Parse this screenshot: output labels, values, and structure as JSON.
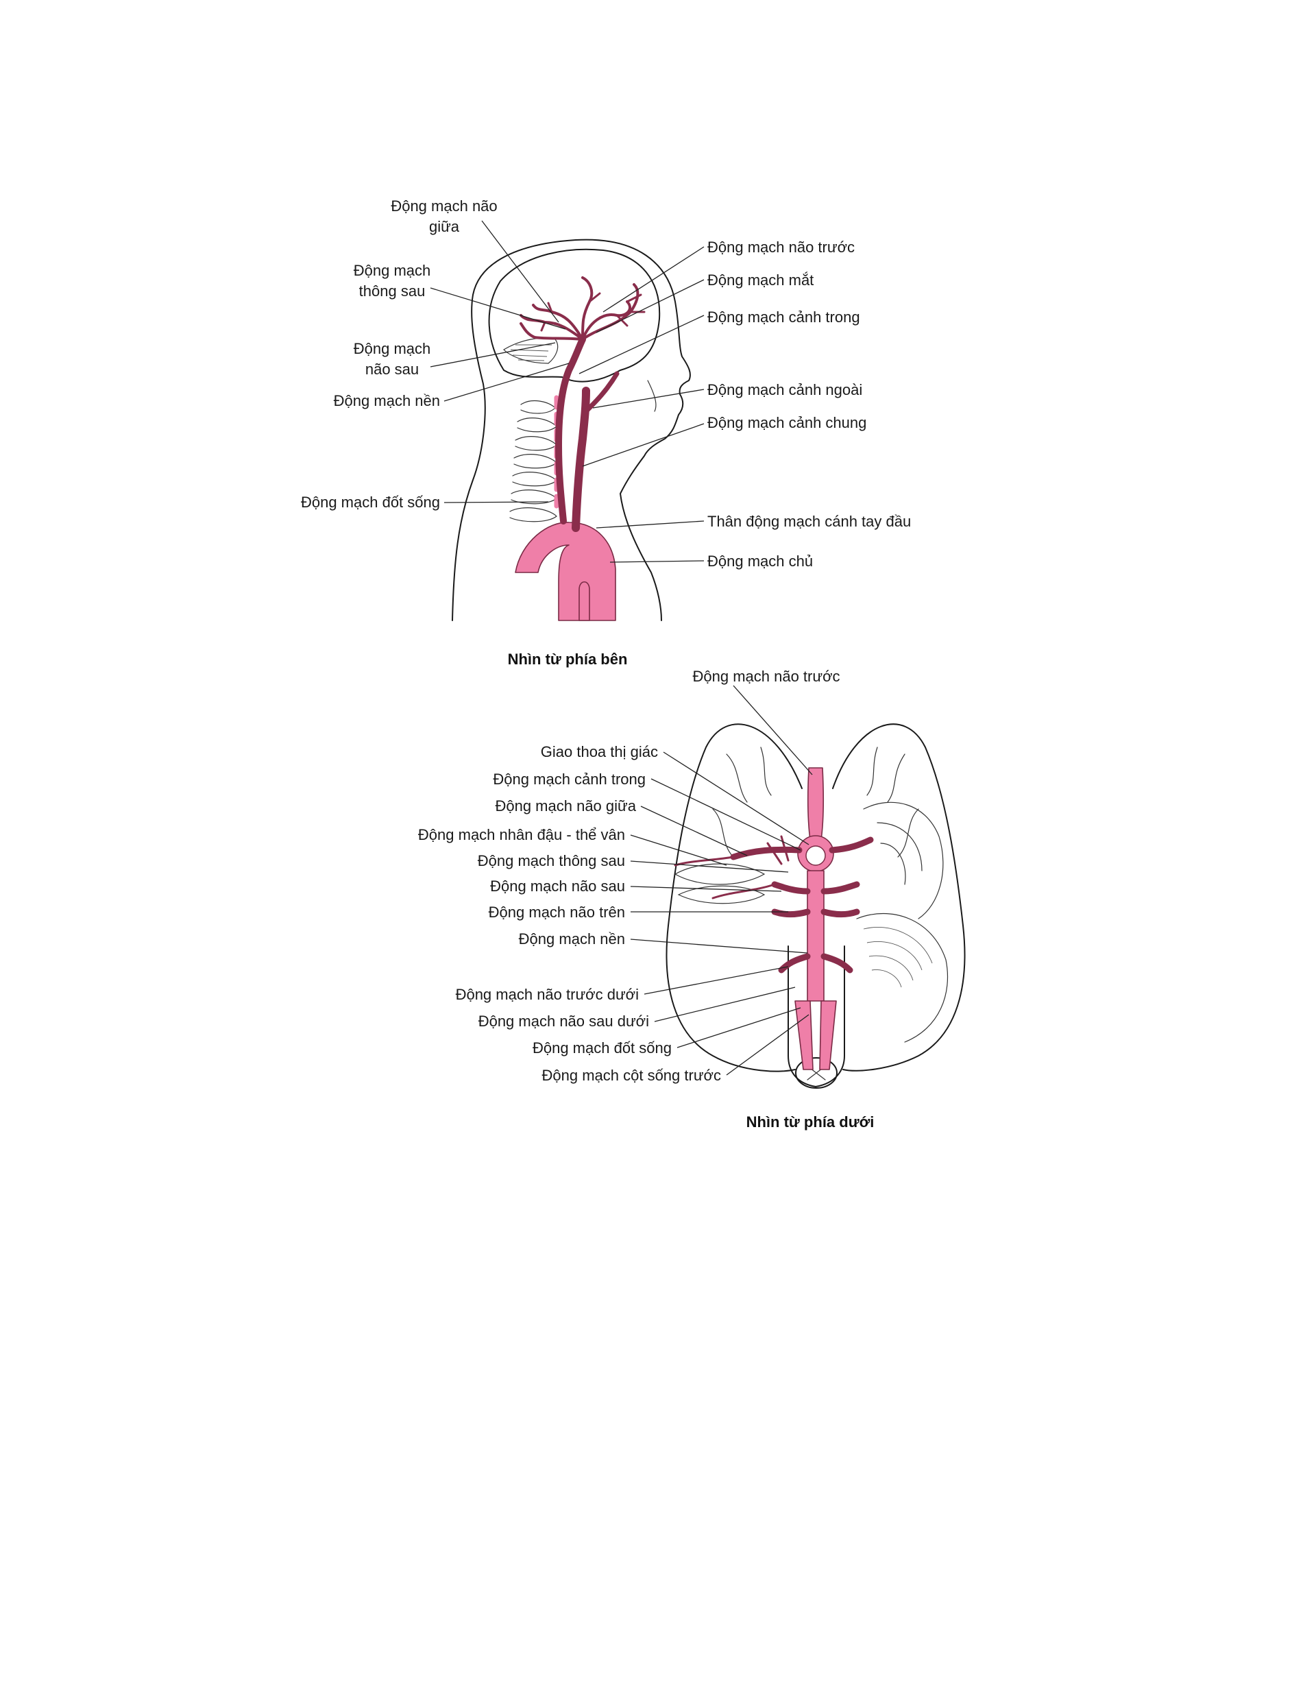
{
  "lateral_view": {
    "caption": "Nhìn từ phía bên",
    "labels": {
      "middle_cerebral_line1": "Động mạch não",
      "middle_cerebral_line2": "giữa",
      "posterior_communicating_line1": "Động mạch",
      "posterior_communicating_line2": "thông sau",
      "posterior_cerebral_line1": "Động mạch",
      "posterior_cerebral_line2": "não sau",
      "basilar": "Động mạch nền",
      "vertebral": "Động mạch đốt sống",
      "anterior_cerebral": "Động mạch não trước",
      "ophthalmic": "Động mạch mắt",
      "internal_carotid": "Động mạch cảnh trong",
      "external_carotid": "Động mạch cảnh ngoài",
      "common_carotid": "Động mạch cảnh chung",
      "brachiocephalic_trunk": "Thân động mạch cánh tay đầu",
      "aorta": "Động mạch chủ"
    }
  },
  "inferior_view": {
    "caption": "Nhìn từ phía dưới",
    "labels": {
      "anterior_cerebral": "Động mạch não trước",
      "optic_chiasm": "Giao thoa thị giác",
      "internal_carotid": "Động mạch cảnh trong",
      "middle_cerebral": "Động mạch não giữa",
      "lenticulostriate": "Động mạch nhân đậu - thể vân",
      "posterior_communicating": "Động mạch thông sau",
      "posterior_cerebral": "Động mạch não sau",
      "superior_cerebellar": "Động mạch não trên",
      "basilar": "Động mạch nền",
      "anterior_inferior_cerebellar": "Động mạch não trước dưới",
      "posterior_inferior_cerebellar": "Động mạch não sau dưới",
      "vertebral": "Động mạch đốt sống",
      "anterior_spinal": "Động mạch cột sống trước"
    }
  },
  "colors": {
    "artery": "#ef7fa8",
    "artery_outline": "#7a2a45",
    "line_art": "#1a1a1a"
  }
}
